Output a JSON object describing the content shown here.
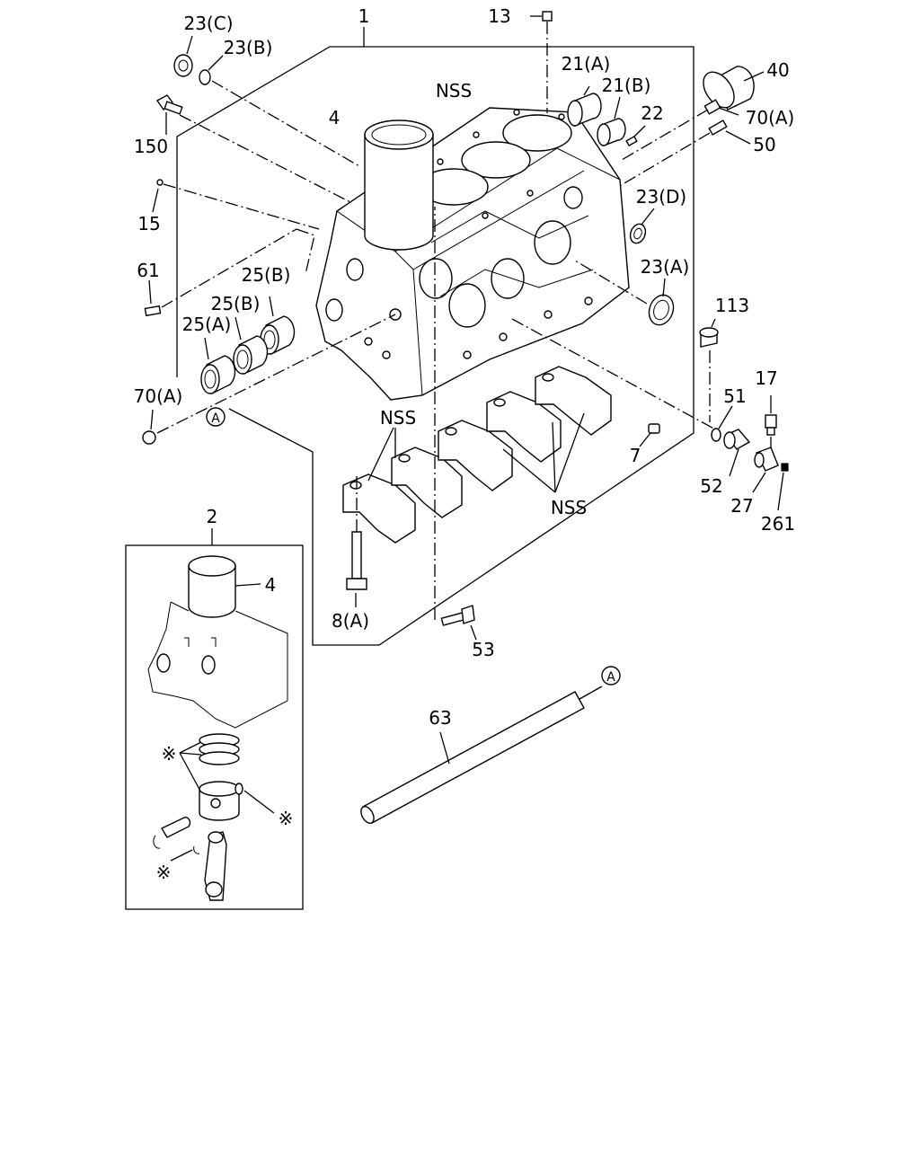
{
  "callouts": [
    {
      "id": "c-1",
      "text": "1"
    },
    {
      "id": "c-13",
      "text": "13"
    },
    {
      "id": "c-23c",
      "text": "23(C)"
    },
    {
      "id": "c-23b",
      "text": "23(B)"
    },
    {
      "id": "c-nss-top",
      "text": "NSS"
    },
    {
      "id": "c-21a",
      "text": "21(A)"
    },
    {
      "id": "c-21b",
      "text": "21(B)"
    },
    {
      "id": "c-40",
      "text": "40"
    },
    {
      "id": "c-70a-top",
      "text": "70(A)"
    },
    {
      "id": "c-22",
      "text": "22"
    },
    {
      "id": "c-50",
      "text": "50"
    },
    {
      "id": "c-4-top",
      "text": "4"
    },
    {
      "id": "c-150",
      "text": "150"
    },
    {
      "id": "c-15",
      "text": "15"
    },
    {
      "id": "c-23d",
      "text": "23(D)"
    },
    {
      "id": "c-61",
      "text": "61"
    },
    {
      "id": "c-25b-1",
      "text": "25(B)"
    },
    {
      "id": "c-25b-2",
      "text": "25(B)"
    },
    {
      "id": "c-25a",
      "text": "25(A)"
    },
    {
      "id": "c-23a",
      "text": "23(A)"
    },
    {
      "id": "c-113",
      "text": "113"
    },
    {
      "id": "c-70a-left",
      "text": "70(A)"
    },
    {
      "id": "c-a-left",
      "text": "A"
    },
    {
      "id": "c-nss-mid",
      "text": "NSS"
    },
    {
      "id": "c-51",
      "text": "51"
    },
    {
      "id": "c-17",
      "text": "17"
    },
    {
      "id": "c-7",
      "text": "7"
    },
    {
      "id": "c-52",
      "text": "52"
    },
    {
      "id": "c-27",
      "text": "27"
    },
    {
      "id": "c-nss-low",
      "text": "NSS"
    },
    {
      "id": "c-261",
      "text": "261"
    },
    {
      "id": "c-2",
      "text": "2"
    },
    {
      "id": "c-4-inset",
      "text": "4"
    },
    {
      "id": "c-8a",
      "text": "8(A)"
    },
    {
      "id": "c-53",
      "text": "53"
    },
    {
      "id": "c-a-right",
      "text": "A"
    },
    {
      "id": "c-63",
      "text": "63"
    },
    {
      "id": "c-star-1",
      "text": "※"
    },
    {
      "id": "c-star-2",
      "text": "※"
    },
    {
      "id": "c-star-3",
      "text": "※"
    }
  ]
}
